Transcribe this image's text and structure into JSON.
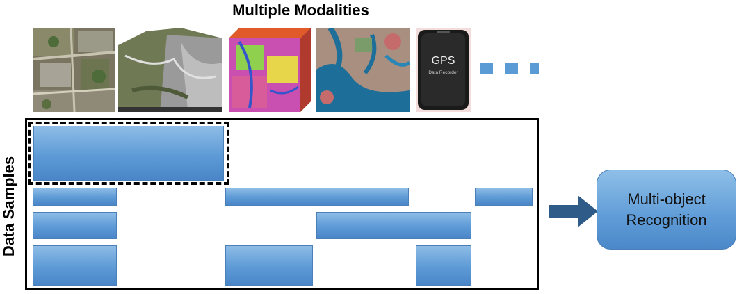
{
  "title": "Multiple Modalities",
  "y_axis_label": "Data Samples",
  "result_box": {
    "line1": "Multi-object",
    "line2": "Recognition"
  },
  "gps_device": {
    "label": "GPS",
    "sublabel": "Data Recorder"
  },
  "colors": {
    "bar_blue": "#5b9bd5",
    "bar_border": "#4a7fb8",
    "arrow": "#2e5b87",
    "frame": "#000000"
  },
  "modalities": [
    {
      "name": "aerial-photo"
    },
    {
      "name": "3d-terrain"
    },
    {
      "name": "hyperspectral-cube"
    },
    {
      "name": "satellite-image"
    },
    {
      "name": "gps-recorder"
    }
  ],
  "ellipsis_dots": 3
}
